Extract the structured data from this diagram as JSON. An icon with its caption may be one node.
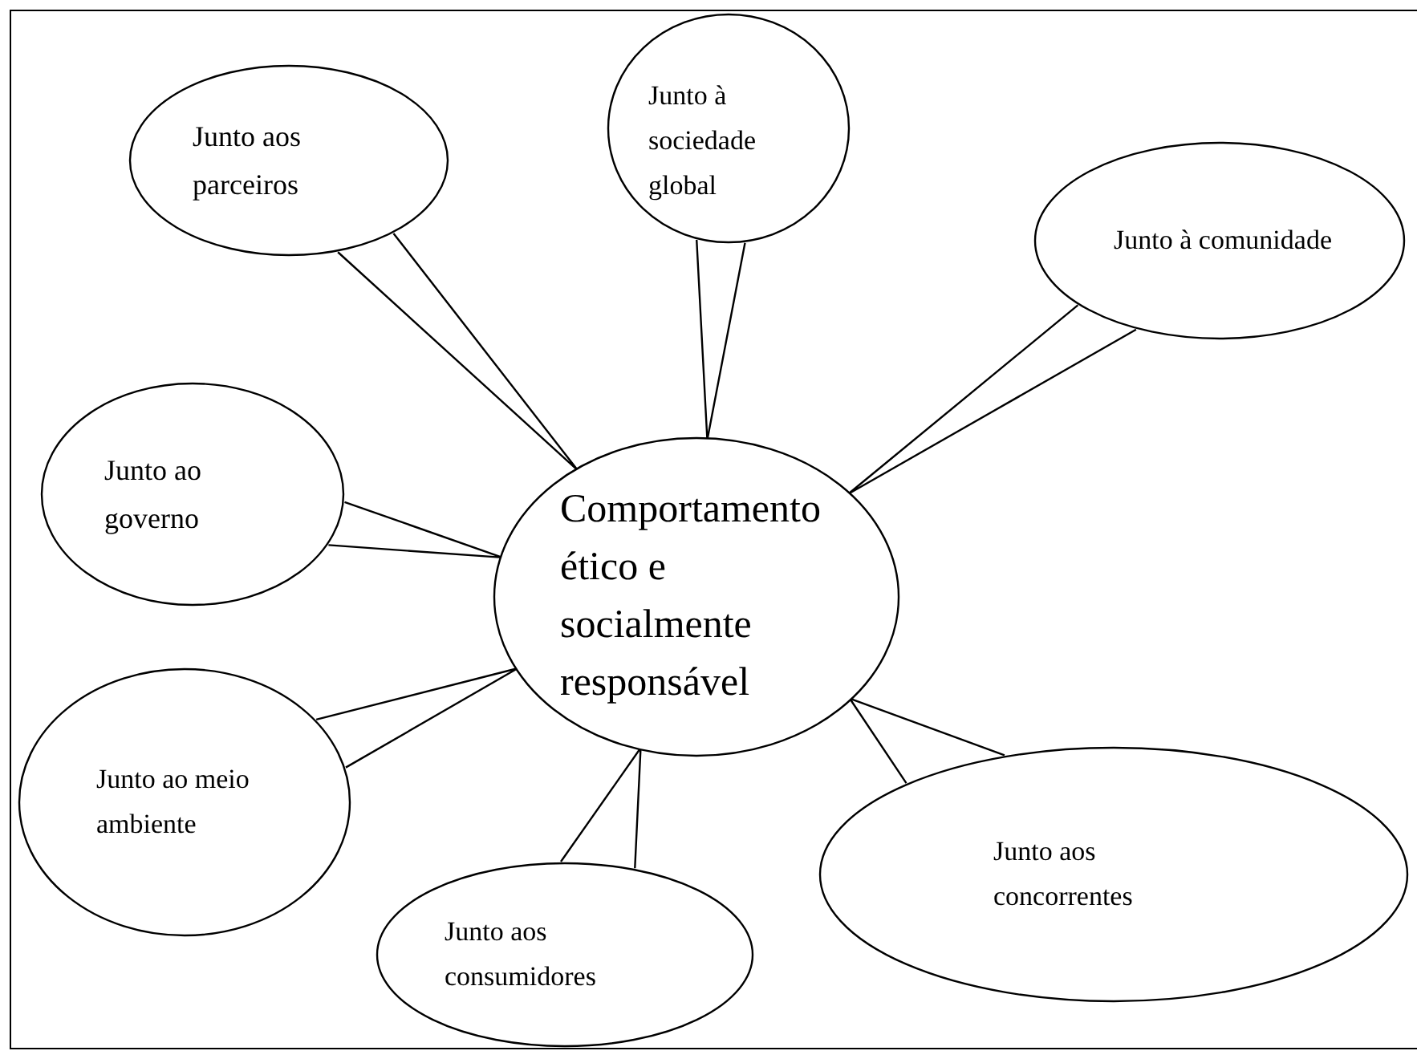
{
  "diagram": {
    "nodes": [
      {
        "text": [
          "Comportamento ético e socialmente responsável"
        ]
      },
      {
        "text": [
          "Junto aos parceiros"
        ]
      },
      {
        "text": [
          "Junto à sociedade global"
        ]
      },
      {
        "text": [
          "Junto à comunidade"
        ]
      },
      {
        "text": [
          "Junto ao governo"
        ]
      },
      {
        "text": [
          "Junto ao meio ambiente"
        ]
      },
      {
        "text": [
          "Junto aos consumidores"
        ]
      },
      {
        "text": [
          "Junto aos concorrentes"
        ]
      }
    ],
    "edges": [
      {
        "from": 1,
        "to": 0,
        "arrow": "none"
      },
      {
        "from": 2,
        "to": 0,
        "arrow": "none"
      },
      {
        "from": 3,
        "to": 0,
        "arrow": "none"
      },
      {
        "from": 4,
        "to": 0,
        "arrow": "none"
      },
      {
        "from": 5,
        "to": 0,
        "arrow": "none"
      },
      {
        "from": 6,
        "to": 0,
        "arrow": "none"
      },
      {
        "from": 7,
        "to": 0,
        "arrow": "none"
      }
    ]
  }
}
